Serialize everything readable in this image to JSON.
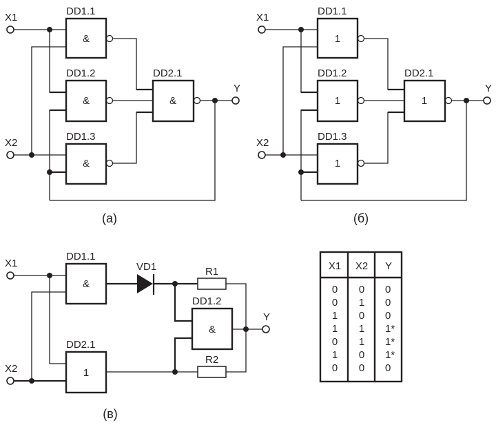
{
  "figure": {
    "circuit_a": {
      "caption": "(а)",
      "inputs": [
        "X1",
        "X2"
      ],
      "output": "Y",
      "gates": [
        {
          "id": "DD1.1",
          "symbol": "&",
          "inverted_output": true
        },
        {
          "id": "DD1.2",
          "symbol": "&",
          "inverted_output": true
        },
        {
          "id": "DD1.3",
          "symbol": "&",
          "inverted_output": true
        },
        {
          "id": "DD2.1",
          "symbol": "&",
          "inverted_output": true
        }
      ]
    },
    "circuit_b": {
      "caption": "(б)",
      "inputs": [
        "X1",
        "X2"
      ],
      "output": "Y",
      "gates": [
        {
          "id": "DD1.1",
          "symbol": "1",
          "inverted_output": true
        },
        {
          "id": "DD1.2",
          "symbol": "1",
          "inverted_output": true
        },
        {
          "id": "DD1.3",
          "symbol": "1",
          "inverted_output": true
        },
        {
          "id": "DD2.1",
          "symbol": "1",
          "inverted_output": true
        }
      ]
    },
    "circuit_v": {
      "caption": "(в)",
      "inputs": [
        "X1",
        "X2"
      ],
      "output": "Y",
      "gates": [
        {
          "id": "DD1.1",
          "symbol": "&"
        },
        {
          "id": "DD1.2",
          "symbol": "&"
        },
        {
          "id": "DD2.1",
          "symbol": "1"
        }
      ],
      "diode": "VD1",
      "resistors": [
        "R1",
        "R2"
      ]
    },
    "truth_table": {
      "headers": [
        "X1",
        "X2",
        "Y"
      ],
      "rows": [
        [
          "0",
          "0",
          "0"
        ],
        [
          "0",
          "1",
          "0"
        ],
        [
          "1",
          "0",
          "0"
        ],
        [
          "1",
          "1",
          "1*"
        ],
        [
          "0",
          "1",
          "1*"
        ],
        [
          "1",
          "0",
          "1*"
        ],
        [
          "0",
          "0",
          "0"
        ]
      ]
    }
  }
}
